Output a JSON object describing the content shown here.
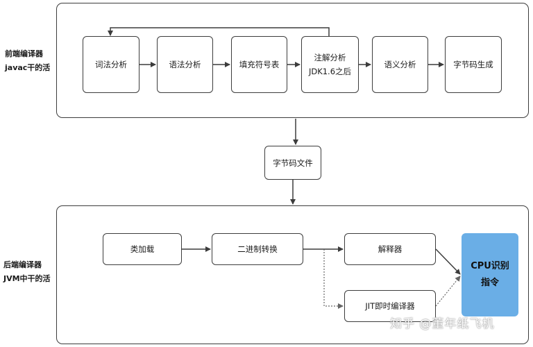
{
  "frontend": {
    "label_line1": "前端编译器",
    "label_line2": "javac干的活",
    "steps": {
      "lexical": "词法分析",
      "syntax": "语法分析",
      "symbol_table": "填充符号表",
      "annotation_line1": "注解分析",
      "annotation_line2": "JDK1.6之后",
      "semantic": "语义分析",
      "bytecode_gen": "字节码生成"
    }
  },
  "bytecode_file": "字节码文件",
  "backend": {
    "label_line1": "后端编译器",
    "label_line2": "JVM中干的活",
    "steps": {
      "class_loading": "类加载",
      "binary_conversion": "二进制转换",
      "interpreter": "解释器",
      "jit": "JIT即时编译器",
      "cpu_line1": "CPU识别",
      "cpu_line2": "指令"
    }
  },
  "watermark": "知乎 @董年纸飞机",
  "colors": {
    "cpu_fill": "#6aaee6",
    "border": "#3c3c3c"
  }
}
